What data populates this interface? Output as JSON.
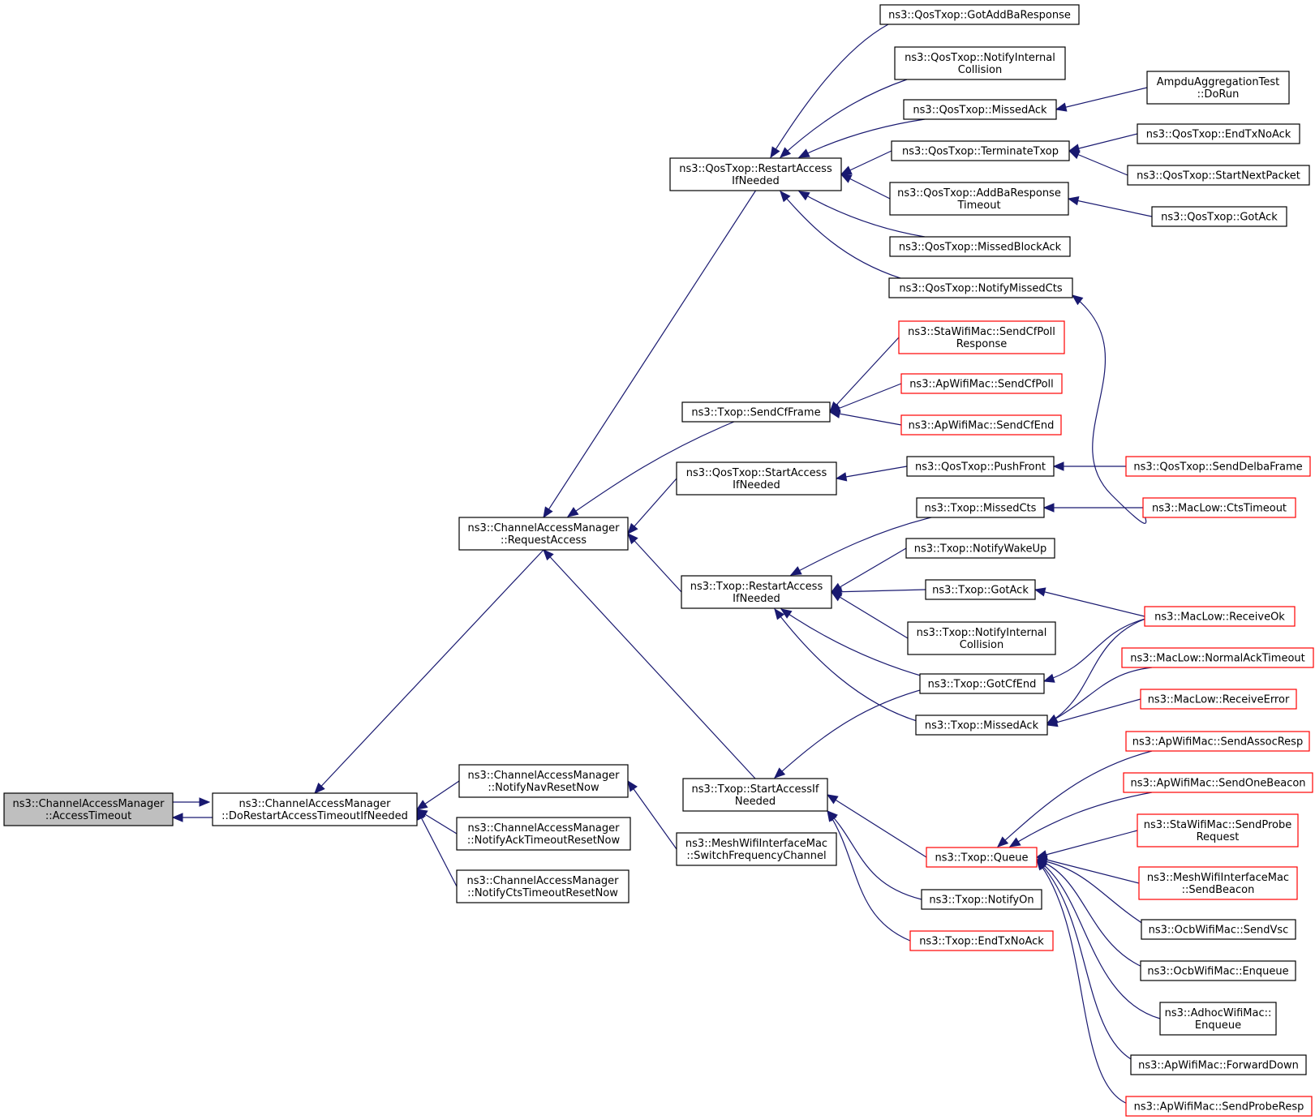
{
  "colors": {
    "edge": "#191970",
    "root_fill": "#bfbfbf",
    "node_border": "#000000",
    "incomplete_border": "#ff0000"
  },
  "nodes": [
    {
      "id": "root",
      "lines": [
        "ns3::ChannelAccessManager",
        "::AccessTimeout"
      ],
      "style": "root"
    },
    {
      "id": "dorestart",
      "lines": [
        "ns3::ChannelAccessManager",
        "::DoRestartAccessTimeoutIfNeeded"
      ]
    },
    {
      "id": "requestaccess",
      "lines": [
        "ns3::ChannelAccessManager",
        "::RequestAccess"
      ]
    },
    {
      "id": "notifynav",
      "lines": [
        "ns3::ChannelAccessManager",
        "::NotifyNavResetNow"
      ]
    },
    {
      "id": "notifyack",
      "lines": [
        "ns3::ChannelAccessManager",
        "::NotifyAckTimeoutResetNow"
      ]
    },
    {
      "id": "notifycts",
      "lines": [
        "ns3::ChannelAccessManager",
        "::NotifyCtsTimeoutResetNow"
      ]
    },
    {
      "id": "qrestart",
      "lines": [
        "ns3::QosTxop::RestartAccess",
        "IfNeeded"
      ]
    },
    {
      "id": "sendcfframe",
      "lines": [
        "ns3::Txop::SendCfFrame"
      ]
    },
    {
      "id": "qstartaccess",
      "lines": [
        "ns3::QosTxop::StartAccess",
        "IfNeeded"
      ]
    },
    {
      "id": "trestart",
      "lines": [
        "ns3::Txop::RestartAccess",
        "IfNeeded"
      ]
    },
    {
      "id": "tstartaccess",
      "lines": [
        "ns3::Txop::StartAccessIf",
        "Needed"
      ]
    },
    {
      "id": "meshswitch",
      "lines": [
        "ns3::MeshWifiInterfaceMac",
        "::SwitchFrequencyChannel"
      ]
    },
    {
      "id": "qgotaddba",
      "lines": [
        "ns3::QosTxop::GotAddBaResponse"
      ]
    },
    {
      "id": "qnotifyint",
      "lines": [
        "ns3::QosTxop::NotifyInternal",
        "Collision"
      ]
    },
    {
      "id": "qmissedack",
      "lines": [
        "ns3::QosTxop::MissedAck"
      ]
    },
    {
      "id": "qterminate",
      "lines": [
        "ns3::QosTxop::TerminateTxop"
      ]
    },
    {
      "id": "qaddbatimeout",
      "lines": [
        "ns3::QosTxop::AddBaResponse",
        "Timeout"
      ]
    },
    {
      "id": "qmissedblock",
      "lines": [
        "ns3::QosTxop::MissedBlockAck"
      ]
    },
    {
      "id": "qnotifymissedcts",
      "lines": [
        "ns3::QosTxop::NotifyMissedCts"
      ]
    },
    {
      "id": "stasendcfpoll",
      "lines": [
        "ns3::StaWifiMac::SendCfPoll",
        "Response"
      ],
      "style": "red"
    },
    {
      "id": "apsendcfpoll",
      "lines": [
        "ns3::ApWifiMac::SendCfPoll"
      ],
      "style": "red"
    },
    {
      "id": "apsendcfend",
      "lines": [
        "ns3::ApWifiMac::SendCfEnd"
      ],
      "style": "red"
    },
    {
      "id": "qpushfront",
      "lines": [
        "ns3::QosTxop::PushFront"
      ]
    },
    {
      "id": "tmissedcts",
      "lines": [
        "ns3::Txop::MissedCts"
      ]
    },
    {
      "id": "tnotifywake",
      "lines": [
        "ns3::Txop::NotifyWakeUp"
      ]
    },
    {
      "id": "tgotack",
      "lines": [
        "ns3::Txop::GotAck"
      ]
    },
    {
      "id": "tnotifyint",
      "lines": [
        "ns3::Txop::NotifyInternal",
        "Collision"
      ]
    },
    {
      "id": "tgotcfend",
      "lines": [
        "ns3::Txop::GotCfEnd"
      ]
    },
    {
      "id": "tmissedack",
      "lines": [
        "ns3::Txop::MissedAck"
      ]
    },
    {
      "id": "tqueue",
      "lines": [
        "ns3::Txop::Queue"
      ],
      "style": "red"
    },
    {
      "id": "tnotifyon",
      "lines": [
        "ns3::Txop::NotifyOn"
      ]
    },
    {
      "id": "tendtxnoack",
      "lines": [
        "ns3::Txop::EndTxNoAck"
      ],
      "style": "red"
    },
    {
      "id": "ampdu",
      "lines": [
        "AmpduAggregationTest",
        "::DoRun"
      ]
    },
    {
      "id": "qendtxnoack",
      "lines": [
        "ns3::QosTxop::EndTxNoAck"
      ]
    },
    {
      "id": "qstartnext",
      "lines": [
        "ns3::QosTxop::StartNextPacket"
      ]
    },
    {
      "id": "qgotack",
      "lines": [
        "ns3::QosTxop::GotAck"
      ]
    },
    {
      "id": "qsenddelba",
      "lines": [
        "ns3::QosTxop::SendDelbaFrame"
      ],
      "style": "red"
    },
    {
      "id": "macctstimeout",
      "lines": [
        "ns3::MacLow::CtsTimeout"
      ],
      "style": "red"
    },
    {
      "id": "macreceiveok",
      "lines": [
        "ns3::MacLow::ReceiveOk"
      ],
      "style": "red"
    },
    {
      "id": "macnormalack",
      "lines": [
        "ns3::MacLow::NormalAckTimeout"
      ],
      "style": "red"
    },
    {
      "id": "macreceiveerr",
      "lines": [
        "ns3::MacLow::ReceiveError"
      ],
      "style": "red"
    },
    {
      "id": "apassoc",
      "lines": [
        "ns3::ApWifiMac::SendAssocResp"
      ],
      "style": "red"
    },
    {
      "id": "aponebeacon",
      "lines": [
        "ns3::ApWifiMac::SendOneBeacon"
      ],
      "style": "red"
    },
    {
      "id": "staprobe",
      "lines": [
        "ns3::StaWifiMac::SendProbe",
        "Request"
      ],
      "style": "red"
    },
    {
      "id": "meshbeacon",
      "lines": [
        "ns3::MeshWifiInterfaceMac",
        "::SendBeacon"
      ],
      "style": "red"
    },
    {
      "id": "ocbvsc",
      "lines": [
        "ns3::OcbWifiMac::SendVsc"
      ]
    },
    {
      "id": "ocbenqueue",
      "lines": [
        "ns3::OcbWifiMac::Enqueue"
      ]
    },
    {
      "id": "adhocenqueue",
      "lines": [
        "ns3::AdhocWifiMac::",
        "Enqueue"
      ]
    },
    {
      "id": "apforward",
      "lines": [
        "ns3::ApWifiMac::ForwardDown"
      ]
    },
    {
      "id": "approberesp",
      "lines": [
        "ns3::ApWifiMac::SendProbeResp"
      ],
      "style": "red"
    }
  ],
  "edges": [
    [
      "root",
      "dorestart"
    ],
    [
      "dorestart",
      "root"
    ],
    [
      "dorestart",
      "requestaccess"
    ],
    [
      "dorestart",
      "notifynav"
    ],
    [
      "dorestart",
      "notifyack"
    ],
    [
      "dorestart",
      "notifycts"
    ],
    [
      "requestaccess",
      "qrestart"
    ],
    [
      "requestaccess",
      "sendcfframe"
    ],
    [
      "requestaccess",
      "qstartaccess"
    ],
    [
      "requestaccess",
      "trestart"
    ],
    [
      "requestaccess",
      "tstartaccess"
    ],
    [
      "notifynav",
      "meshswitch"
    ],
    [
      "qrestart",
      "qgotaddba"
    ],
    [
      "qrestart",
      "qnotifyint"
    ],
    [
      "qrestart",
      "qmissedack"
    ],
    [
      "qrestart",
      "qterminate"
    ],
    [
      "qrestart",
      "qaddbatimeout"
    ],
    [
      "qrestart",
      "qmissedblock"
    ],
    [
      "qrestart",
      "qnotifymissedcts"
    ],
    [
      "qmissedack",
      "ampdu"
    ],
    [
      "qterminate",
      "qendtxnoack"
    ],
    [
      "qterminate",
      "qstartnext"
    ],
    [
      "qaddbatimeout",
      "qgotack"
    ],
    [
      "qnotifymissedcts",
      "macctstimeout"
    ],
    [
      "sendcfframe",
      "stasendcfpoll"
    ],
    [
      "sendcfframe",
      "apsendcfpoll"
    ],
    [
      "sendcfframe",
      "apsendcfend"
    ],
    [
      "qstartaccess",
      "qpushfront"
    ],
    [
      "qpushfront",
      "qsenddelba"
    ],
    [
      "trestart",
      "tmissedcts"
    ],
    [
      "trestart",
      "tnotifywake"
    ],
    [
      "trestart",
      "tgotack"
    ],
    [
      "trestart",
      "tnotifyint"
    ],
    [
      "trestart",
      "tgotcfend"
    ],
    [
      "trestart",
      "tmissedack"
    ],
    [
      "tmissedcts",
      "macctstimeout"
    ],
    [
      "tgotack",
      "macreceiveok"
    ],
    [
      "tgotcfend",
      "macreceiveok"
    ],
    [
      "tmissedack",
      "macreceiveok"
    ],
    [
      "tmissedack",
      "macnormalack"
    ],
    [
      "tmissedack",
      "macreceiveerr"
    ],
    [
      "tstartaccess",
      "tgotcfend"
    ],
    [
      "tstartaccess",
      "tqueue"
    ],
    [
      "tstartaccess",
      "tnotifyon"
    ],
    [
      "tstartaccess",
      "tendtxnoack"
    ],
    [
      "tqueue",
      "apassoc"
    ],
    [
      "tqueue",
      "aponebeacon"
    ],
    [
      "tqueue",
      "staprobe"
    ],
    [
      "tqueue",
      "meshbeacon"
    ],
    [
      "tqueue",
      "ocbvsc"
    ],
    [
      "tqueue",
      "ocbenqueue"
    ],
    [
      "tqueue",
      "adhocenqueue"
    ],
    [
      "tqueue",
      "apforward"
    ],
    [
      "tqueue",
      "approberesp"
    ]
  ]
}
